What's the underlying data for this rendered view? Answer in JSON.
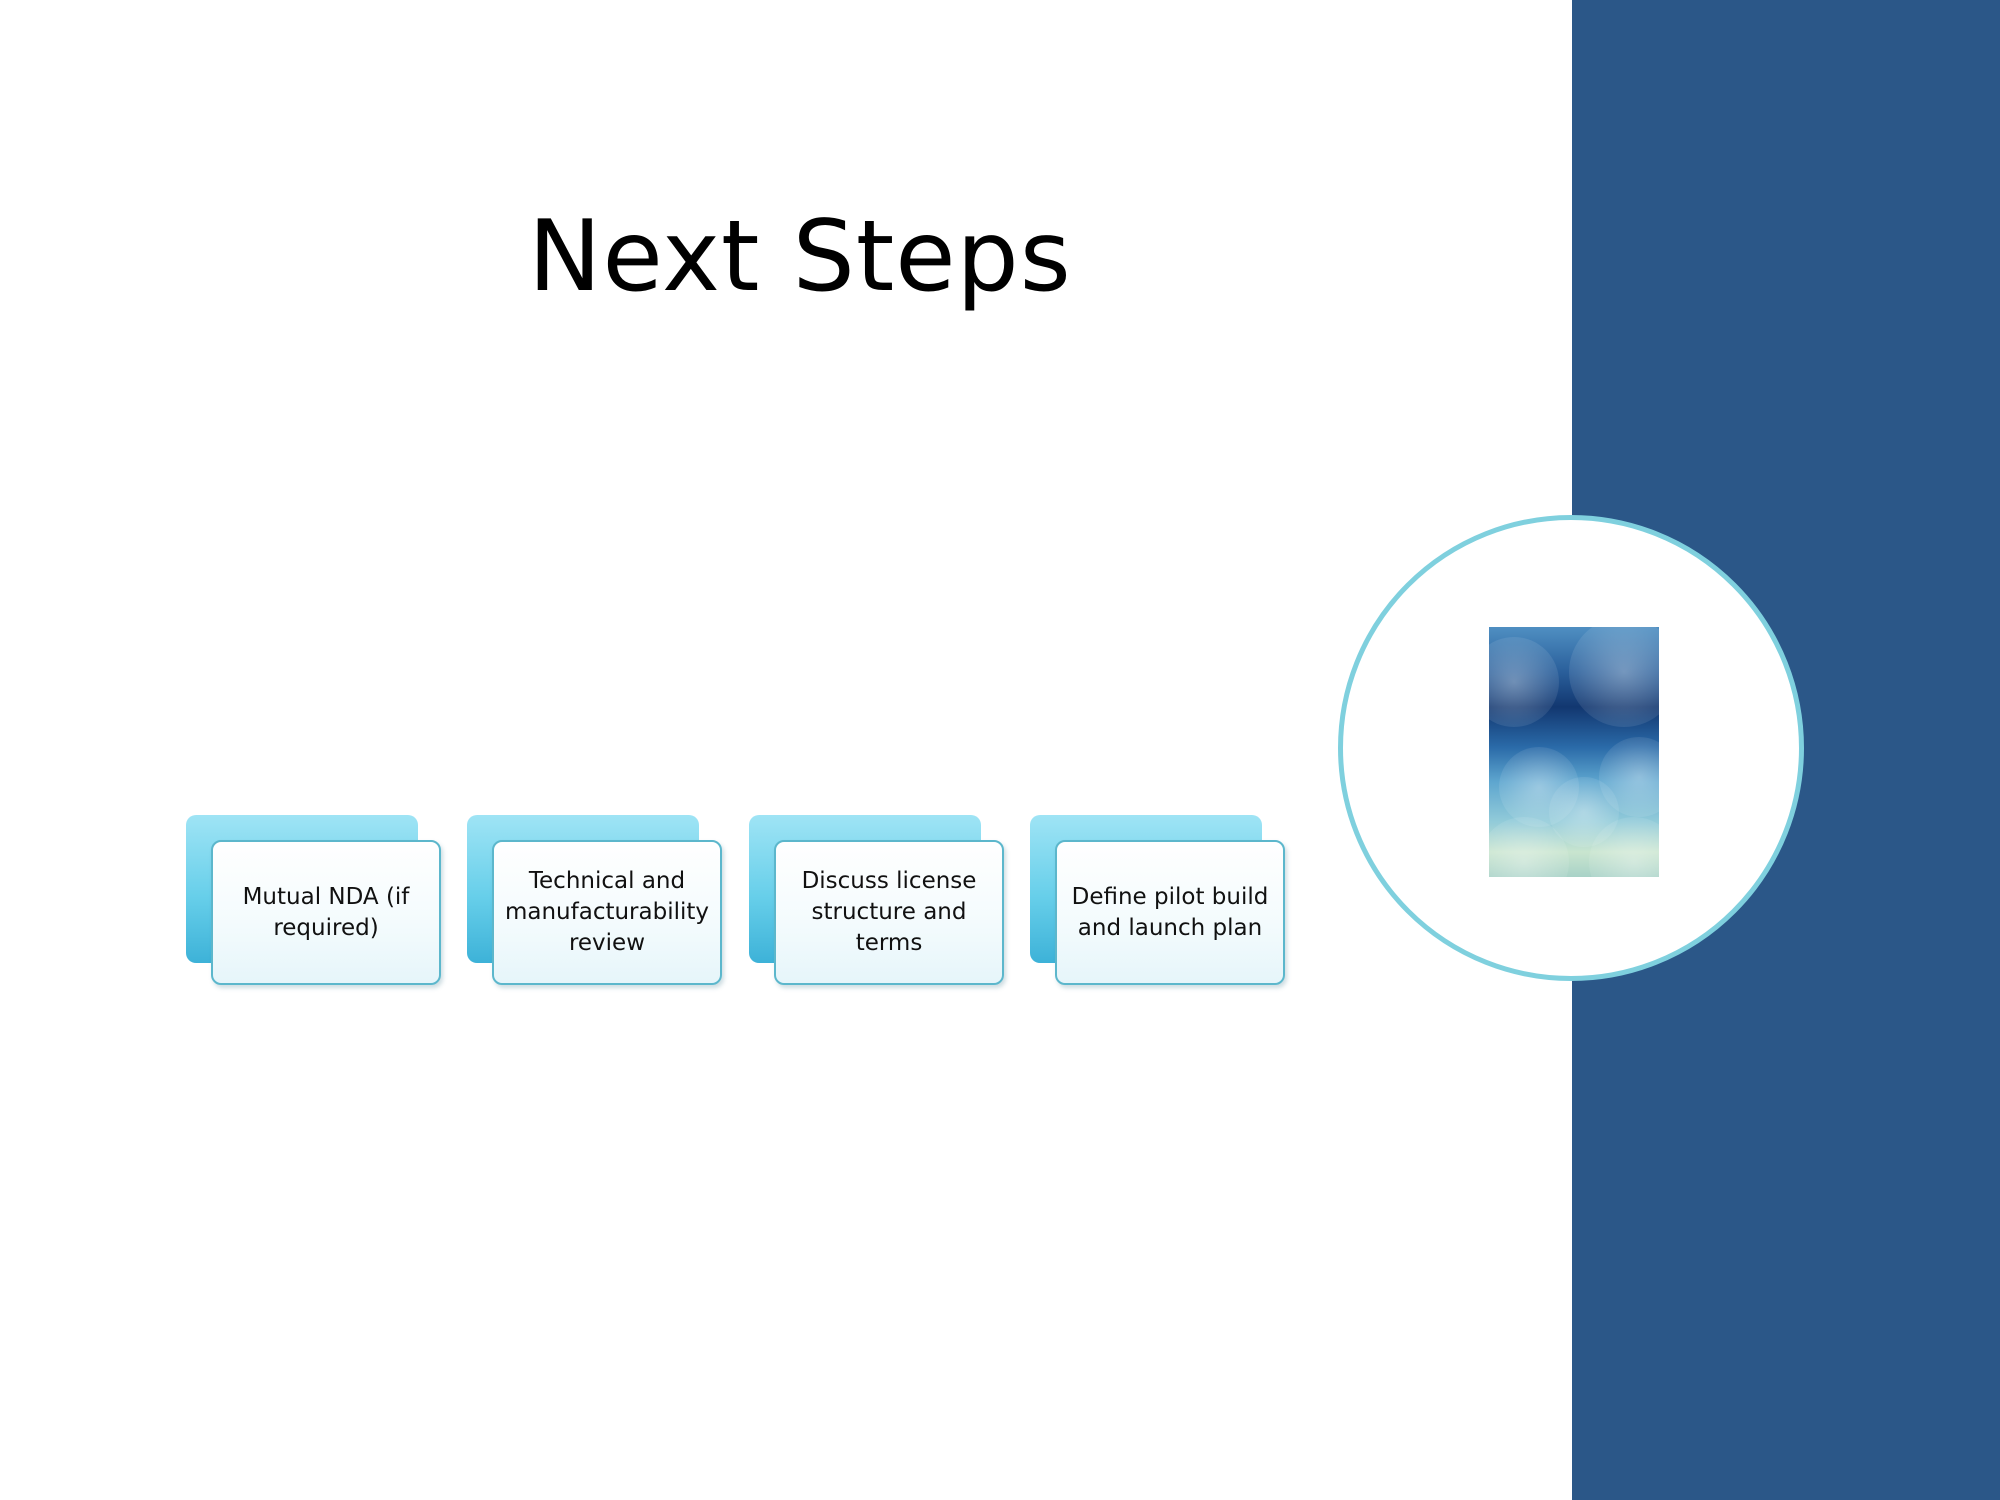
{
  "slide": {
    "title": "Next Steps",
    "steps": [
      {
        "label": "Mutual NDA (if required)"
      },
      {
        "label": "Technical and manufacturability review"
      },
      {
        "label": "Discuss license structure and terms"
      },
      {
        "label": "Define pilot build and launch plan"
      }
    ]
  },
  "colors": {
    "side_band": "#2b5788",
    "circle_border": "#7fd0de",
    "step_back": "#67cfea",
    "step_border": "#5cb7cc"
  }
}
